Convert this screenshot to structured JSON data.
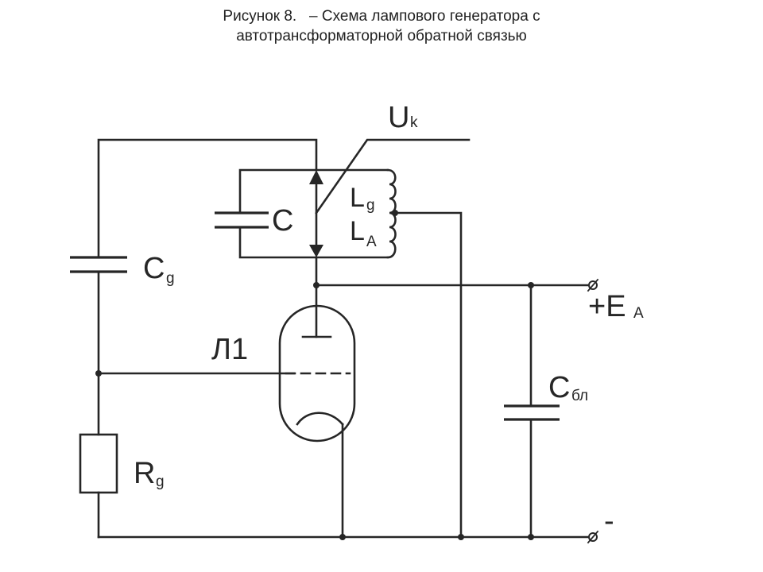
{
  "caption": {
    "line1": "Рисунок 8.   – Схема лампового генератора с",
    "line2": "автотрансформаторной обратной связью"
  },
  "labels": {
    "uk_main": "U",
    "uk_sub": "k",
    "c": "C",
    "lg_main": "L",
    "lg_sub": "g",
    "la_main": "L",
    "la_sub": "A",
    "cg_main": "C",
    "cg_sub": "g",
    "ea_main": "+E",
    "ea_sub": "A",
    "l1": "Л1",
    "cbl_main": "C",
    "cbl_sub": "бл",
    "rg_main": "R",
    "rg_sub": "g",
    "minus": "-"
  },
  "colors": {
    "ink": "#262626",
    "background": "#ffffff"
  }
}
